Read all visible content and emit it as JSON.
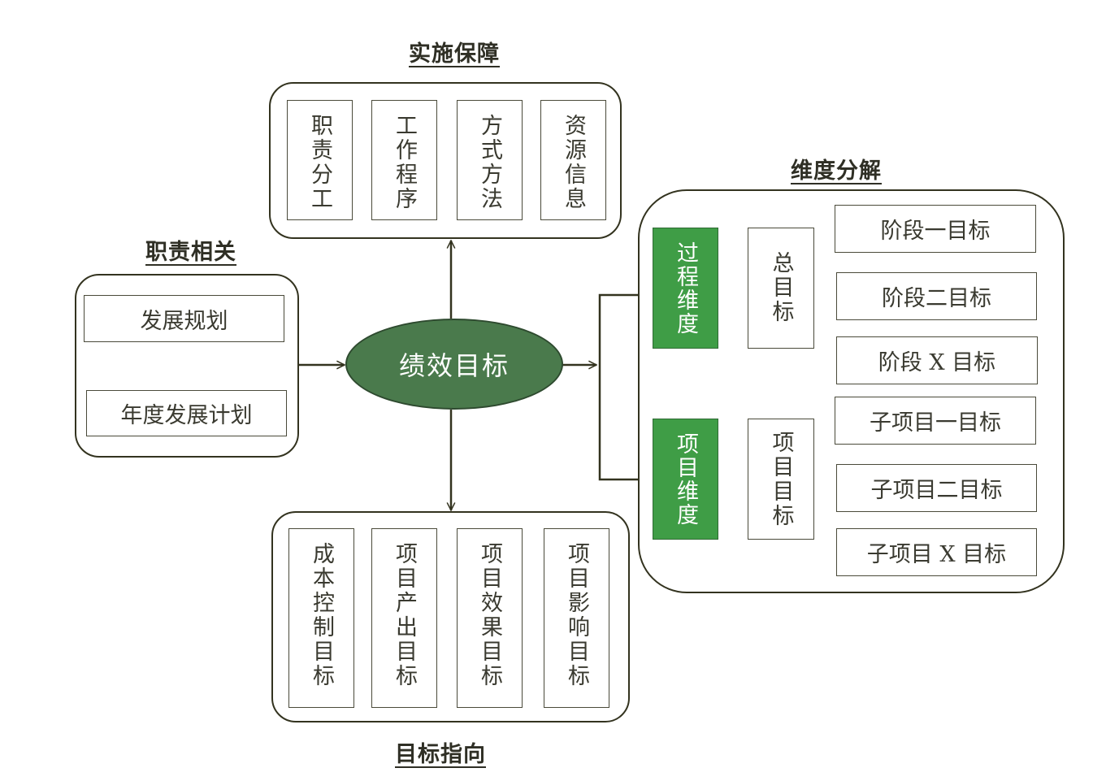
{
  "headings": {
    "implementation": "实施保障",
    "responsibility": "职责相关",
    "dimension": "维度分解",
    "target": "目标指向"
  },
  "center": {
    "label": "绩效目标"
  },
  "responsibility": {
    "plan": "发展规划",
    "annual_plan": "年度发展计划"
  },
  "implementation": {
    "items": [
      "职责分工",
      "工作程序",
      "方式方法",
      "资源信息"
    ]
  },
  "target": {
    "items": [
      "成本控制目标",
      "项目产出目标",
      "项目效果目标",
      "项目影响目标"
    ]
  },
  "dimension": {
    "process": {
      "label": "过程维度",
      "total": "总目标",
      "stages": [
        "阶段一目标",
        "阶段二目标",
        "阶段 X 目标"
      ]
    },
    "project": {
      "label": "项目维度",
      "total": "项目目标",
      "subs": [
        "子项目一目标",
        "子项目二目标",
        "子项目 X 目标"
      ]
    }
  },
  "colors": {
    "ellipse_fill": "#4a7a4c",
    "dimension_fill": "#3f9d46",
    "down_arrow": "#8c8c82",
    "line": "#33331f"
  }
}
